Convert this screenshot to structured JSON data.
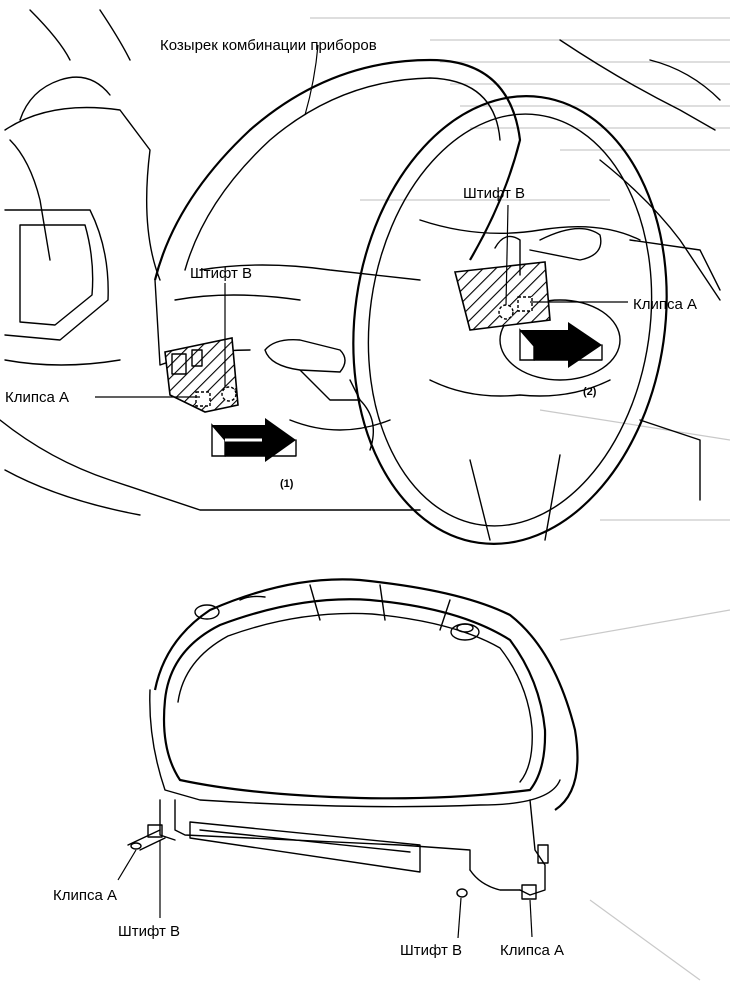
{
  "top_figure": {
    "title_label": "Козырек комбинации приборов",
    "left": {
      "pin_label": "Штифт B",
      "clip_label": "Клипса A",
      "step_number": "(1)"
    },
    "right": {
      "pin_label": "Штифт B",
      "clip_label": "Клипса A",
      "step_number": "(2)"
    }
  },
  "bottom_figure": {
    "left_clip_label": "Клипса A",
    "left_pin_label": "Штифт B",
    "right_pin_label": "Штифт B",
    "right_clip_label": "Клипса A"
  }
}
